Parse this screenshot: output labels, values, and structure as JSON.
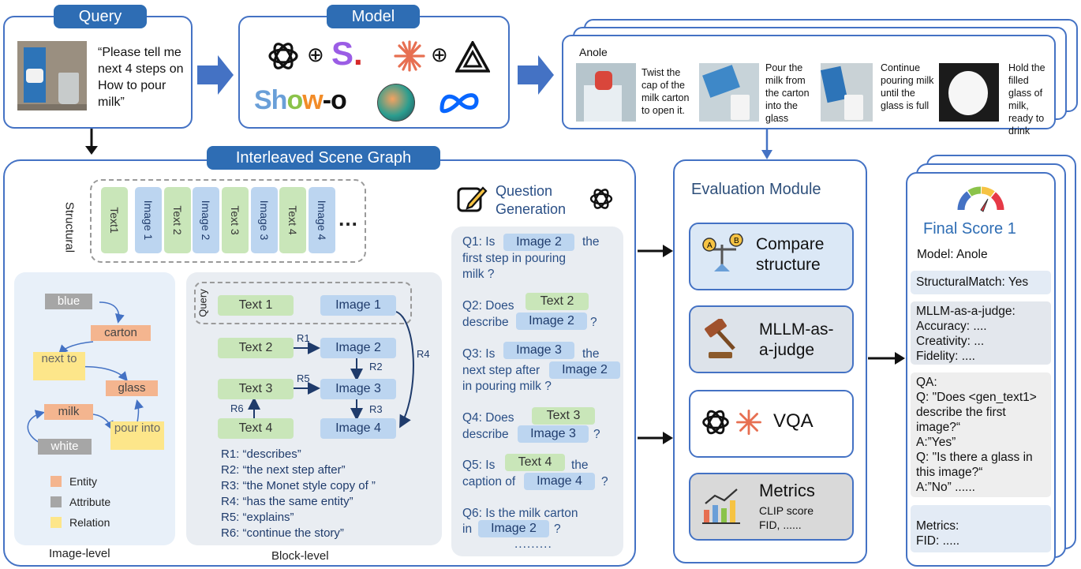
{
  "query": {
    "tag": "Query",
    "prompt": "“Please tell me next 4 steps on How to pour milk”"
  },
  "model": {
    "tag": "Model",
    "show_o": "Show-o",
    "icons": [
      "openai-icon",
      "plus-icon",
      "s-logo-icon",
      "claude-icon",
      "plus-icon",
      "triangle-logo-icon",
      "chameleon-icon",
      "meta-icon"
    ]
  },
  "output": {
    "name": "Anole",
    "steps": [
      "Twist the cap of the milk carton to open it.",
      "Pour the milk from the carton into the glass",
      "Continue pouring milk until the glass is full",
      "Hold the filled glass of milk, ready to drink"
    ]
  },
  "isg": {
    "tag": "Interleaved Scene Graph",
    "structural_label": "Structural",
    "structural_items": [
      "Text1",
      "Image 1",
      "Text 2",
      "Image 2",
      "Text 3",
      "Image 3",
      "Text 4",
      "Image 4"
    ],
    "ellipsis": "…",
    "image_level": {
      "title": "Image-level",
      "nodes": {
        "blue": "blue",
        "carton": "carton",
        "next_to": "next to",
        "glass": "glass",
        "milk": "milk",
        "pour_into": "pour into",
        "white": "white"
      },
      "legend": [
        "Entity",
        "Attribute",
        "Relation"
      ]
    },
    "block_level": {
      "title": "Block-level",
      "query_label": "Query",
      "nodes": {
        "t1": "Text 1",
        "i1": "Image 1",
        "t2": "Text 2",
        "i2": "Image 2",
        "t3": "Text 3",
        "i3": "Image 3",
        "t4": "Text 4",
        "i4": "Image 4"
      },
      "edges": {
        "r1": "R1",
        "r2": "R2",
        "r3": "R3",
        "r4": "R4",
        "r5": "R5",
        "r6": "R6"
      },
      "relations": [
        "R1: “describes”",
        "R2: “the next step after”",
        "R3: “the Monet style copy of ”",
        "R4: “has the same entity”",
        "R5:  “explains”",
        "R6: “continue the story”"
      ]
    },
    "question_generation": {
      "title_line1": "Question",
      "title_line2": "Generation",
      "q1": {
        "pre": "Q1: Is",
        "chip": "Image 2",
        "mid": "the",
        "line2": "first step in pouring",
        "line3": "milk ?"
      },
      "q2": {
        "pre": "Q2: Does",
        "chip1": "Text 2",
        "line2pre": "describe",
        "chip2": "Image 2",
        "post": "?"
      },
      "q3": {
        "pre": "Q3: Is",
        "chip1": "Image 3",
        "mid": "the",
        "line2pre": "next step after",
        "chip2": "Image 2",
        "line3": "in pouring milk ?"
      },
      "q4": {
        "pre": "Q4: Does",
        "chip1": "Text 3",
        "line2pre": "describe",
        "chip2": "Image 3",
        "post": "?"
      },
      "q5": {
        "pre": "Q5: Is",
        "chip1": "Text 4",
        "mid": "the",
        "line2pre": "caption of",
        "chip2": "Image 4",
        "post": "?"
      },
      "q6": {
        "line1": "Q6: Is the milk carton",
        "pre": "in",
        "chip": "Image 2",
        "post": "?"
      },
      "more": "........."
    }
  },
  "evaluation": {
    "title": "Evaluation Module",
    "compare": "Compare structure",
    "judge_line1": "MLLM-as-",
    "judge_line2": "a-judge",
    "vqa": "VQA",
    "metrics_title": "Metrics",
    "metrics_sub1": "CLIP score",
    "metrics_sub2": "FID, ......"
  },
  "final": {
    "title": "Final Score 1",
    "model": "Model: Anole",
    "structural": "StructuralMatch: Yes",
    "judge": [
      "MLLM-as-a-judge:",
      "Accuracy:  ....",
      "Creativity:  ...",
      "Fidelity:  ...."
    ],
    "qa": [
      "QA:",
      "Q: \"Does <gen_text1>",
      "describe the first",
      "image?“",
      "A:”Yes”",
      "Q: \"Is there a glass in",
      "this image?“",
      "A:”No”  ......"
    ],
    "metrics": [
      "Metrics:",
      "FID: ....."
    ]
  },
  "colors": {
    "accent": "#2e6db4",
    "border": "#4472c4",
    "text_chip": "#c9e6b9",
    "image_chip": "#bcd5f0",
    "entity": "#f4b58f",
    "attribute": "#a6a6a6",
    "relation": "#fde68a"
  }
}
